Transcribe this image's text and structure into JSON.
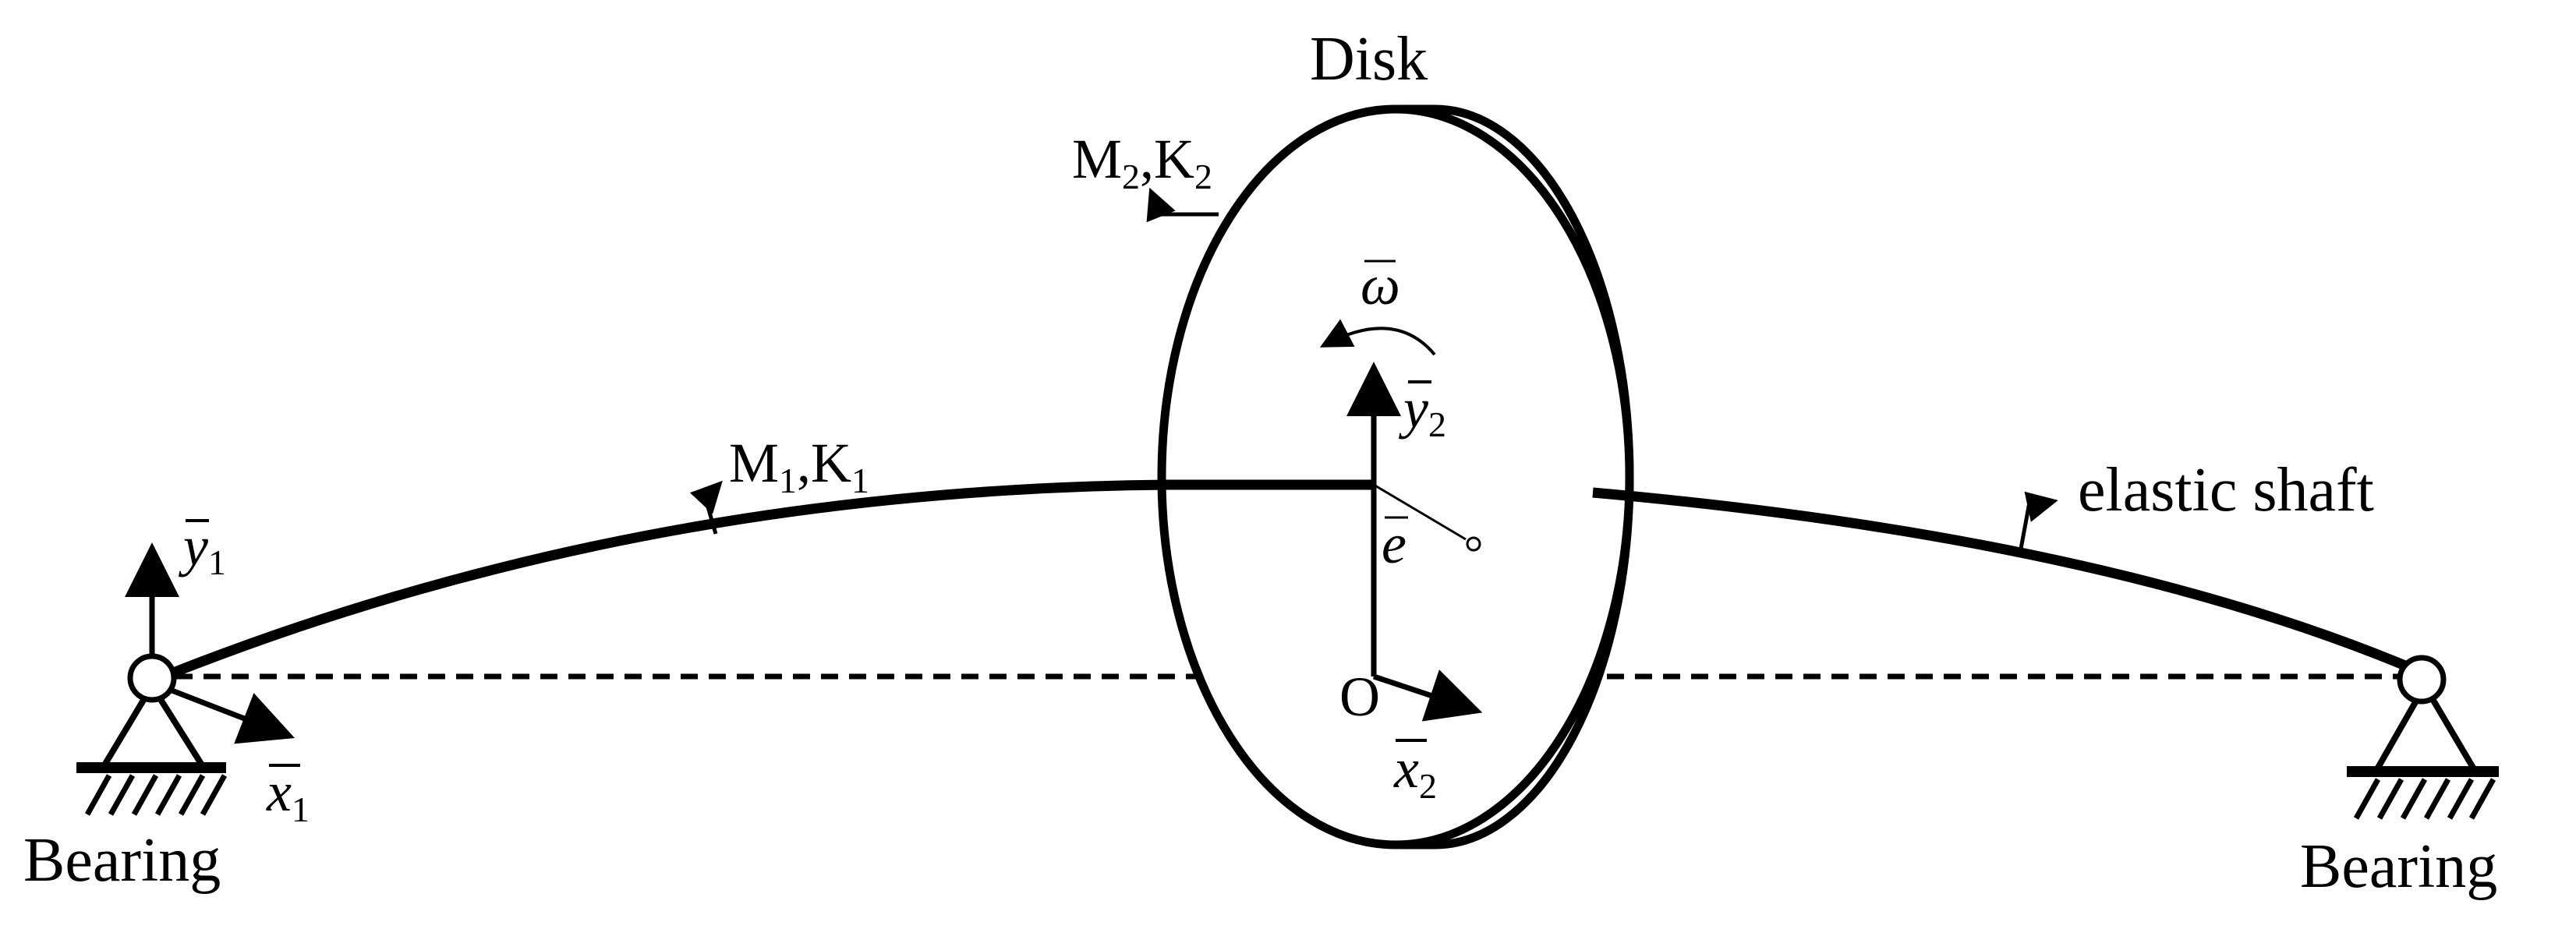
{
  "labels": {
    "disk": "Disk",
    "left_bearing": "Bearing",
    "right_bearing": "Bearing",
    "elastic_shaft": "elastic shaft",
    "origin": "O",
    "shaft_prop": {
      "m": "M",
      "m_sub": "1",
      "sep": ",",
      "k": "K",
      "k_sub": "1"
    },
    "disk_prop": {
      "m": "M",
      "m_sub": "2",
      "sep": ",",
      "k": "K",
      "k_sub": "2"
    },
    "y1": {
      "sym": "y",
      "sub": "1"
    },
    "x1": {
      "sym": "x",
      "sub": "1"
    },
    "y2": {
      "sym": "y",
      "sub": "2"
    },
    "x2": {
      "sym": "x",
      "sub": "2"
    },
    "omega": "ω",
    "eccentricity": "e"
  },
  "colors": {
    "ink": "#000000",
    "background": "#ffffff"
  }
}
